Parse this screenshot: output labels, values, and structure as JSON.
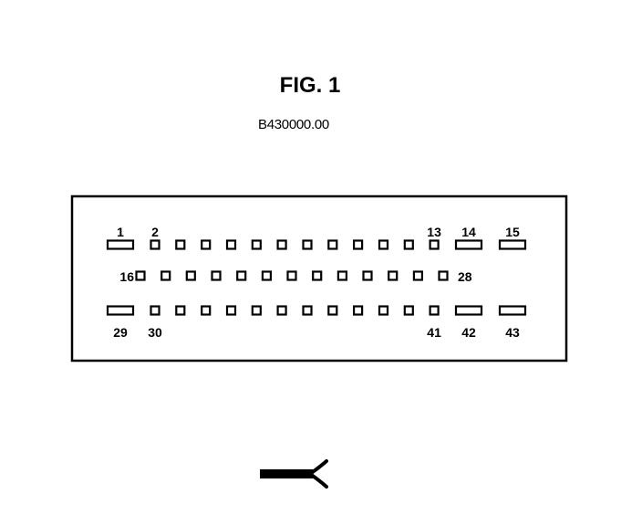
{
  "figure": {
    "title": "FIG. 1",
    "part_code": "B430000.00"
  },
  "connector": {
    "row1": {
      "pins": [
        1,
        2,
        3,
        4,
        5,
        6,
        7,
        8,
        9,
        10,
        11,
        12,
        13,
        14,
        15
      ],
      "labels": [
        {
          "pin": 1,
          "text": "1"
        },
        {
          "pin": 2,
          "text": "2"
        },
        {
          "pin": 13,
          "text": "13"
        },
        {
          "pin": 14,
          "text": "14"
        },
        {
          "pin": 15,
          "text": "15"
        }
      ]
    },
    "row2": {
      "pins": [
        16,
        17,
        18,
        19,
        20,
        21,
        22,
        23,
        24,
        25,
        26,
        27,
        28
      ],
      "labels": [
        {
          "pin": 16,
          "text": "16"
        },
        {
          "pin": 28,
          "text": "28"
        }
      ]
    },
    "row3": {
      "pins": [
        29,
        30,
        31,
        32,
        33,
        34,
        35,
        36,
        37,
        38,
        39,
        40,
        41,
        42,
        43
      ],
      "labels": [
        {
          "pin": 29,
          "text": "29"
        },
        {
          "pin": 30,
          "text": "30"
        },
        {
          "pin": 41,
          "text": "41"
        },
        {
          "pin": 42,
          "text": "42"
        },
        {
          "pin": 43,
          "text": "43"
        }
      ]
    }
  }
}
